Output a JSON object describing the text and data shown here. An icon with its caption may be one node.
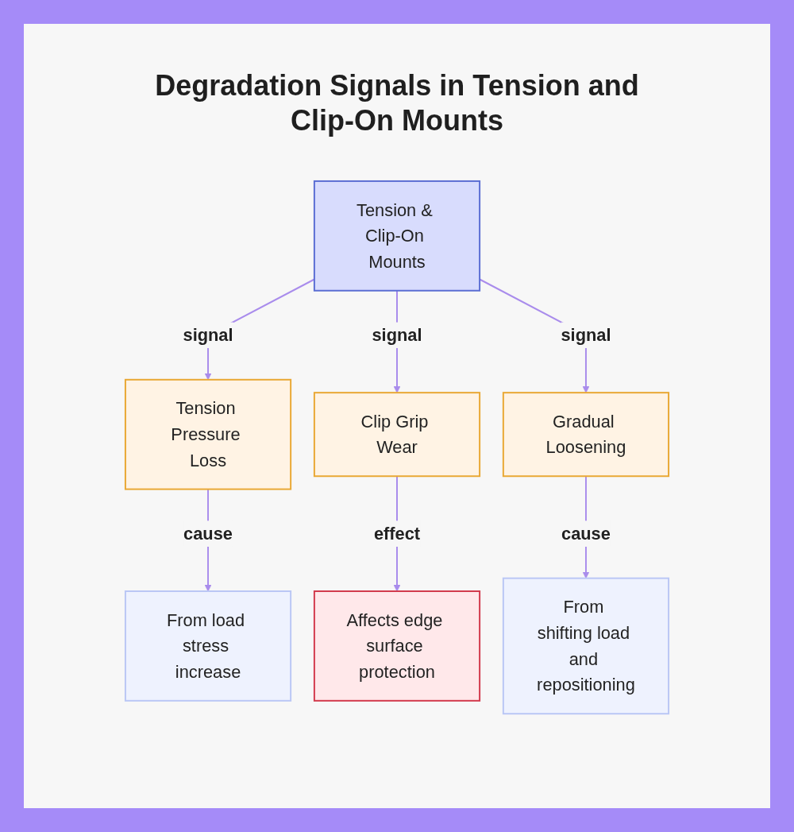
{
  "diagram": {
    "title": "Degradation Signals in Tension and Clip-On Mounts",
    "nodes": [
      {
        "text": [
          "Tension & Clip-On Mounts"
        ]
      },
      {
        "text": [
          "Tension Pressure Loss"
        ]
      },
      {
        "text": [
          "Clip Grip Wear"
        ]
      },
      {
        "text": [
          "Gradual Loosening"
        ]
      },
      {
        "text": [
          "From load stress increase"
        ]
      },
      {
        "text": [
          "Affects edge surface protection"
        ]
      },
      {
        "text": [
          "From shifting load and repositioning"
        ]
      }
    ],
    "edges": [
      {
        "from": 0,
        "to": 1,
        "arrow": "to",
        "label": "signal"
      },
      {
        "from": 0,
        "to": 2,
        "arrow": "to",
        "label": "signal"
      },
      {
        "from": 0,
        "to": 3,
        "arrow": "to",
        "label": "signal"
      },
      {
        "from": 1,
        "to": 4,
        "arrow": "to",
        "label": "cause"
      },
      {
        "from": 2,
        "to": 5,
        "arrow": "to",
        "label": "effect"
      },
      {
        "from": 3,
        "to": 6,
        "arrow": "to",
        "label": "cause"
      }
    ]
  }
}
